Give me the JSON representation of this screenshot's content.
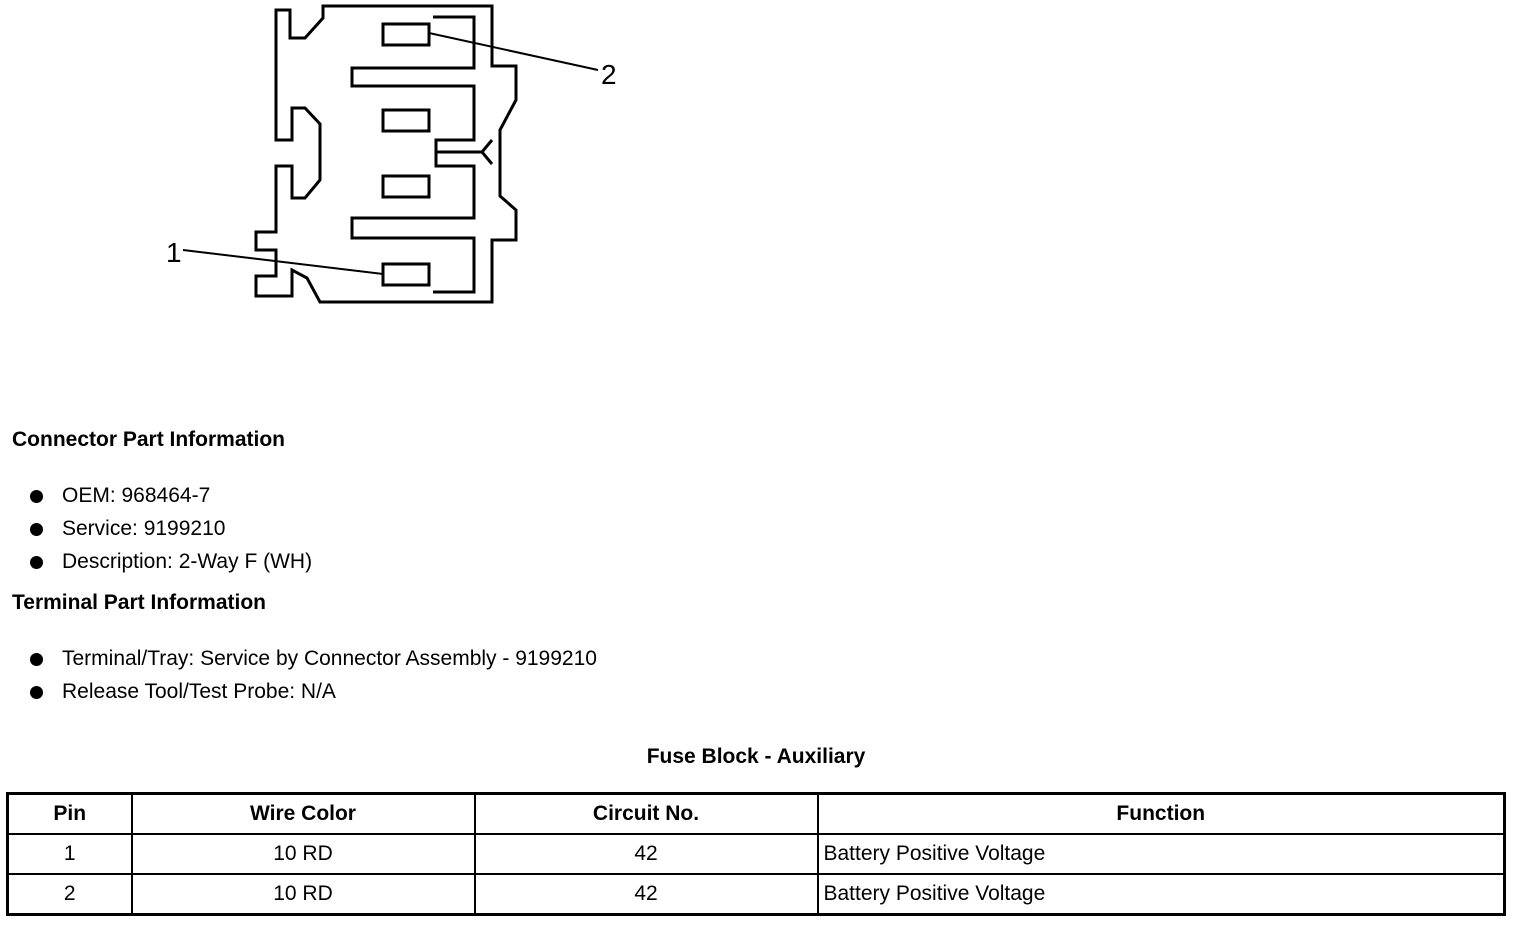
{
  "diagram": {
    "callouts": [
      "1",
      "2"
    ]
  },
  "connector_info": {
    "title": "Connector Part Information",
    "items": [
      "OEM: 968464-7",
      "Service: 9199210",
      "Description: 2-Way F (WH)"
    ]
  },
  "terminal_info": {
    "title": "Terminal Part Information",
    "items": [
      "Terminal/Tray: Service by Connector Assembly - 9199210",
      "Release Tool/Test Probe: N/A"
    ]
  },
  "table": {
    "title": "Fuse Block - Auxiliary",
    "headers": [
      "Pin",
      "Wire Color",
      "Circuit No.",
      "Function"
    ],
    "rows": [
      [
        "1",
        "10 RD",
        "42",
        "Battery Positive Voltage"
      ],
      [
        "2",
        "10 RD",
        "42",
        "Battery Positive Voltage"
      ]
    ]
  }
}
